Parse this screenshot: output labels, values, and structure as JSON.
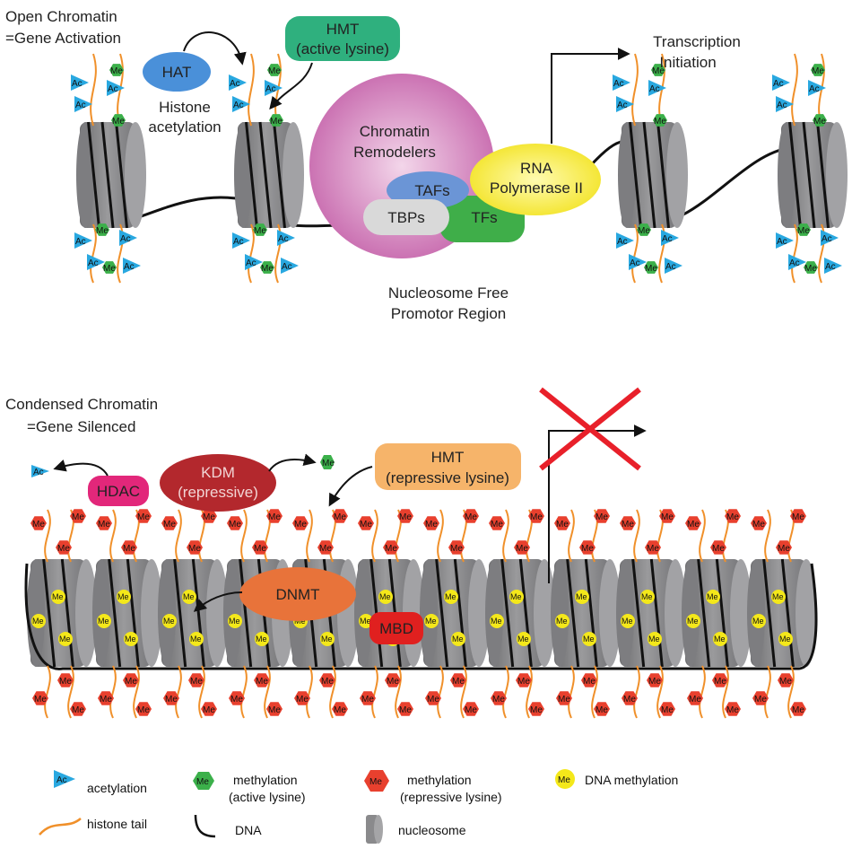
{
  "top": {
    "heading_line1": "Open Chromatin",
    "heading_line2": "=Gene Activation",
    "hat": "HAT",
    "histone_acetylation_line1": "Histone",
    "histone_acetylation_line2": "acetylation",
    "hmt_line1": "HMT",
    "hmt_line2": "(active lysine)",
    "remodelers_line1": "Chromatin",
    "remodelers_line2": "Remodelers",
    "rna_line1": "RNA",
    "rna_line2": "Polymerase II",
    "tafs": "TAFs",
    "tbps": "TBPs",
    "tfs": "TFs",
    "nfr_line1": "Nucleosome Free",
    "nfr_line2": "Promotor Region",
    "transcription_line1": "Transcription",
    "transcription_line2": "Initiation"
  },
  "bottom": {
    "heading_line1": "Condensed Chromatin",
    "heading_line2": "=Gene Silenced",
    "hdac": "HDAC",
    "kdm_line1": "KDM",
    "kdm_line2": "(repressive)",
    "hmt_line1": "HMT",
    "hmt_line2": "(repressive lysine)",
    "dnmt": "DNMT",
    "mbd": "MBD"
  },
  "marks": {
    "ac": "Ac",
    "me": "Me"
  },
  "legend": {
    "acetylation": "acetylation",
    "methylation_active_line1": "methylation",
    "methylation_active_line2": "(active lysine)",
    "methylation_repressive_line1": "methylation",
    "methylation_repressive_line2": "(repressive lysine)",
    "dna_methylation": "DNA methylation",
    "histone_tail": "histone tail",
    "dna": "DNA",
    "nucleosome": "nucleosome"
  },
  "colors": {
    "acetyl": "#29a8e0",
    "active_me": "#3bb04a",
    "repressive_me": "#e8402e",
    "dna_me": "#f4e81a",
    "tail": "#f0902a",
    "nucleosome": "#8a8a8c",
    "hat": "#4a90d9",
    "hmt_active": "#2fb07e",
    "remodelers": "#cf6fb3",
    "rna_pol": "#f7ec2a",
    "tafs": "#6b95d6",
    "tbps": "#d9d9d9",
    "tfs": "#3fae49",
    "hdac": "#e2277a",
    "kdm": "#b3282d",
    "hmt_repressive": "#f6b46a",
    "dnmt": "#e8733a",
    "mbd": "#e0201f",
    "cross": "#e8202a"
  }
}
